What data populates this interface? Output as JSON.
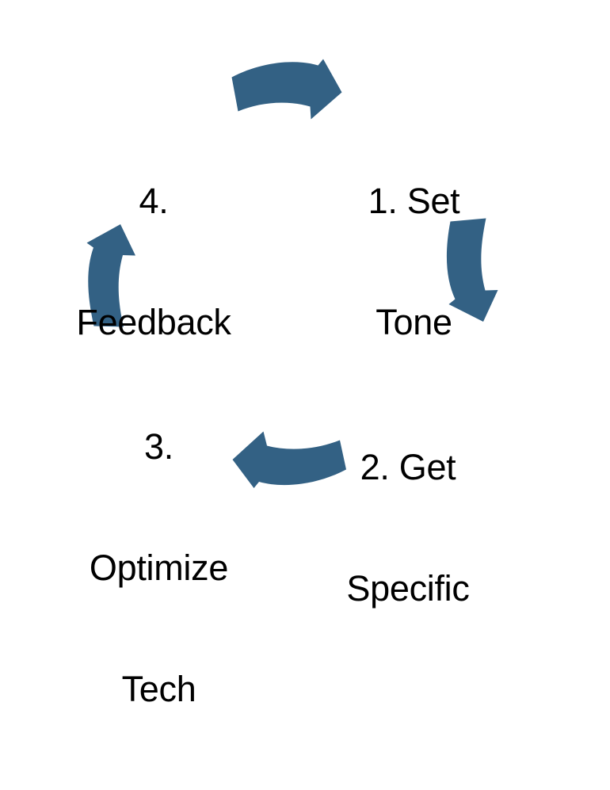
{
  "diagram": {
    "type": "cyclical-process",
    "background_color": "#ffffff",
    "arrow_color": "#336184",
    "text_color": "#000000",
    "steps": [
      {
        "id": "step-1",
        "number": "1.",
        "name": "Set Tone",
        "lines": [
          "1. Set",
          "Tone"
        ],
        "position": "top-right"
      },
      {
        "id": "step-2",
        "number": "2.",
        "name": "Get Specific",
        "lines": [
          "2. Get",
          "Specific"
        ],
        "position": "bottom-right"
      },
      {
        "id": "step-3",
        "number": "3.",
        "name": "Optimize Tech",
        "lines": [
          "3.",
          "Optimize",
          "Tech"
        ],
        "position": "bottom-left"
      },
      {
        "id": "step-4",
        "number": "4.",
        "name": "Feedback",
        "lines": [
          "4.",
          "Feedback"
        ],
        "position": "top-left"
      }
    ],
    "arrows": [
      {
        "id": "arrow-top",
        "from": "step-4",
        "to": "step-1",
        "direction": "right",
        "icon": "curved-arrow-right-icon"
      },
      {
        "id": "arrow-right",
        "from": "step-1",
        "to": "step-2",
        "direction": "down",
        "icon": "curved-arrow-down-icon"
      },
      {
        "id": "arrow-bottom",
        "from": "step-2",
        "to": "step-3",
        "direction": "left",
        "icon": "curved-arrow-left-icon"
      },
      {
        "id": "arrow-left",
        "from": "step-3",
        "to": "step-4",
        "direction": "up",
        "icon": "curved-arrow-up-icon"
      }
    ]
  }
}
